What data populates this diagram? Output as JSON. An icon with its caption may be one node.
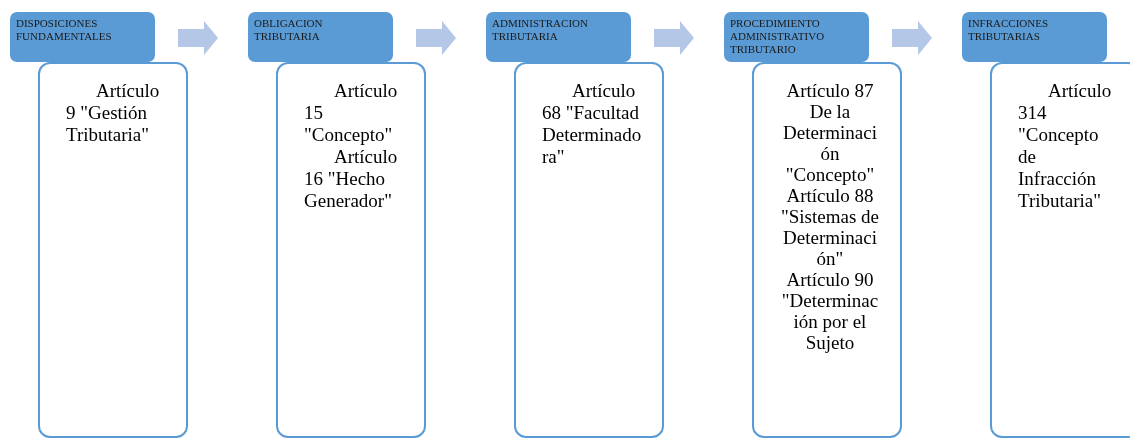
{
  "diagram": {
    "nodes": [
      {
        "text": [
          "DISPOSICIONES FUNDAMENTALES"
        ]
      },
      {
        "text": [
          "Artículo 9 \"Gestión Tributaria\""
        ]
      },
      {
        "text": [
          "OBLIGACION TRIBUTARIA"
        ]
      },
      {
        "text": [
          "Artículo 15 \"Concepto\"",
          "Artículo 16 \"Hecho Generador\""
        ]
      },
      {
        "text": [
          "ADMINISTRACION TRIBUTARIA"
        ]
      },
      {
        "text": [
          "Artículo 68 \"Facultad Determinadora\""
        ]
      },
      {
        "text": [
          "PROCEDIMIENTO ADMINISTRATIVO TRIBUTARIO"
        ]
      },
      {
        "text": [
          "Artículo 87 De la Determinación \"Concepto\"",
          "Artículo 88 \"Sistemas de Determinación\"",
          "Artículo 90 \"Determinación por el Sujeto"
        ]
      },
      {
        "text": [
          "INFRACCIONES TRIBUTARIAS"
        ]
      },
      {
        "text": [
          "Artículo 314 \"Concepto de Infracción Tributaria\""
        ]
      }
    ],
    "edges": [
      {
        "from": 0,
        "to": 2,
        "arrow": "to"
      },
      {
        "from": 2,
        "to": 4,
        "arrow": "to"
      },
      {
        "from": 4,
        "to": 6,
        "arrow": "to"
      },
      {
        "from": 6,
        "to": 8,
        "arrow": "to"
      }
    ]
  }
}
